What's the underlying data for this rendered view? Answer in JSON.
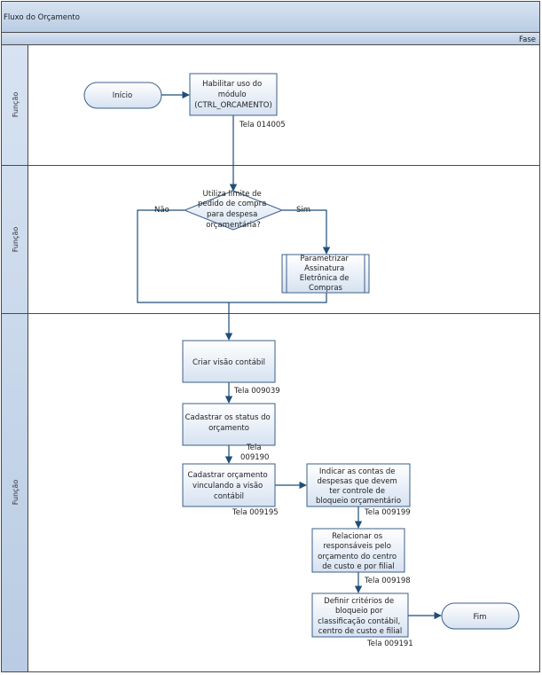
{
  "title": "Fluxo do Orçamento",
  "phase_label": "Fase",
  "lanes": [
    "Função",
    "Função",
    "Função"
  ],
  "colors": {
    "header": "#c6d5e8",
    "shape_fill": "#dfe8f4",
    "stroke": "#3b5f8a",
    "line": "#1f4e79",
    "frame": "#4a4a4a"
  },
  "shapes": {
    "inicio": "Início",
    "habilitar": [
      "Habilitar uso do",
      "módulo",
      "(CTRL_ORCAMENTO)"
    ],
    "decisao": [
      "Utiliza limite de",
      "pedido de compra",
      "para despesa",
      "orçamentária?"
    ],
    "parametrizar": [
      "Parametrizar",
      "Assinatura",
      "Eletrônica de",
      "Compras"
    ],
    "visao": [
      "Criar visão contábil"
    ],
    "status": [
      "Cadastrar os status do",
      "orçamento"
    ],
    "cad_orc": [
      "Cadastrar orçamento",
      "vinculando a visão",
      "contábil"
    ],
    "contas": [
      "Indicar as contas de",
      "despesas que devem",
      "ter controle de",
      "bloqueio orçamentário"
    ],
    "relacionar": [
      "Relacionar os",
      "responsáveis pelo",
      "orçamento do centro",
      "de custo e por filial"
    ],
    "criterios": [
      "Definir critérios de",
      "bloqueio por",
      "classificação contábil,",
      "centro de custo e filial"
    ],
    "fim": "Fim"
  },
  "branches": {
    "no": "Não",
    "yes": "Sim"
  },
  "screens": {
    "s1": "Tela 014005",
    "s2": "Tela 009039",
    "s3a": "Tela",
    "s3b": "009190",
    "s4": "Tela 009195",
    "s5": "Tela 009199",
    "s6": "Tela 009198",
    "s7": "Tela 009191"
  }
}
